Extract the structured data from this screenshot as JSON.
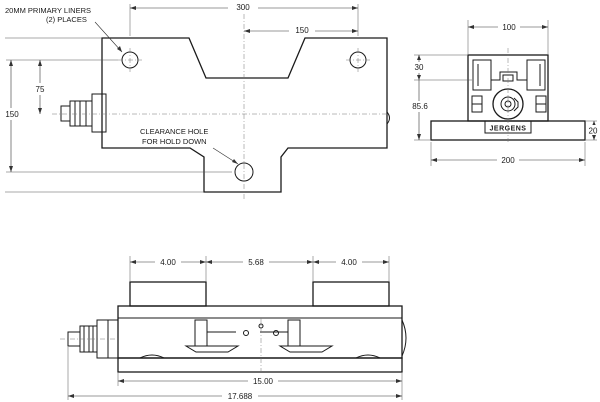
{
  "views": {
    "top": {
      "note_liners_line1": "20MM PRIMARY LINERS",
      "note_liners_line2": "(2) PLACES",
      "note_hole_line1": "CLEARANCE HOLE",
      "note_hole_line2": "FOR HOLD DOWN",
      "dim_overall_length": "300",
      "dim_half_length": "150",
      "dim_width": "150",
      "dim_offset": "75"
    },
    "end": {
      "dim_top_width": "100",
      "dim_base_width": "200",
      "dim_top_step": "30",
      "dim_height": "85.6",
      "dim_base_height": "20",
      "logo": "JERGENS"
    },
    "side": {
      "dim_jaw_left": "4.00",
      "dim_gap": "5.68",
      "dim_jaw_right": "4.00",
      "dim_body_length": "15.00",
      "dim_overall_length": "17.688"
    }
  }
}
